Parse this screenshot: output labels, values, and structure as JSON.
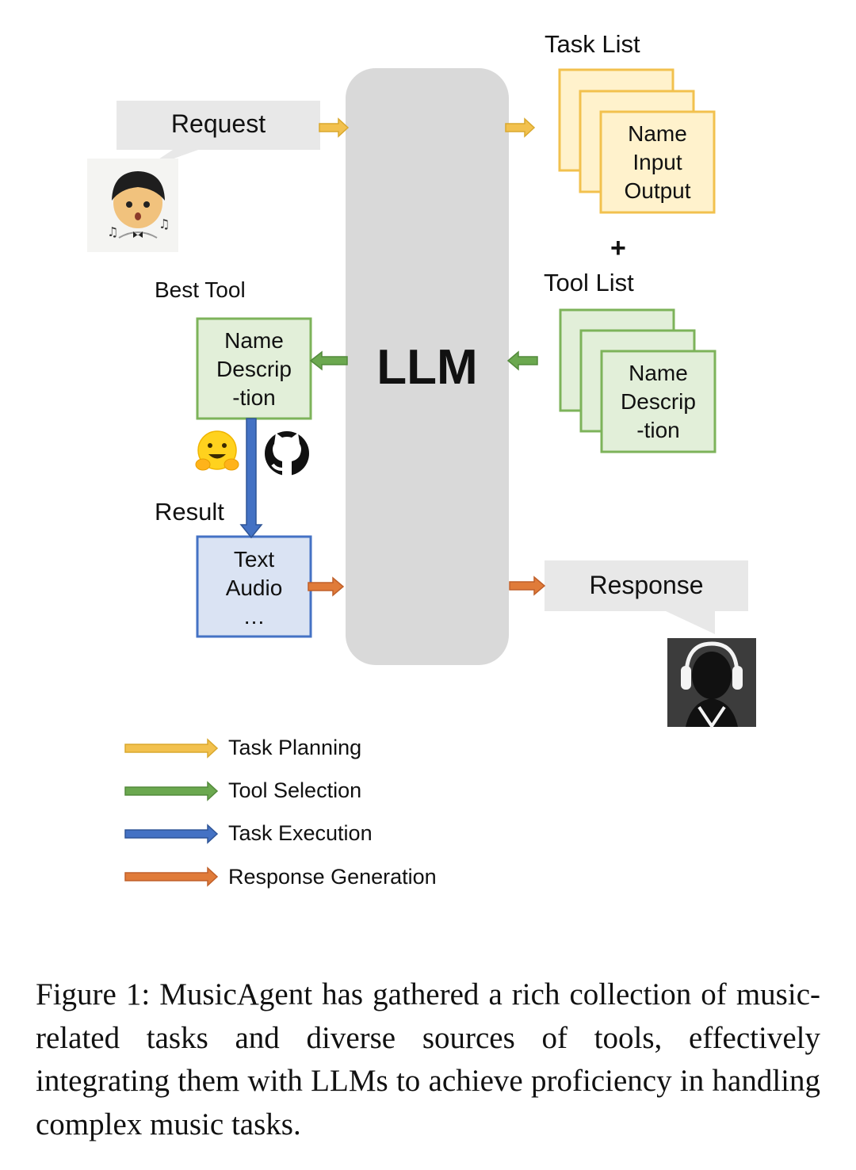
{
  "diagram": {
    "request_label": "Request",
    "llm_label": "LLM",
    "task_list_label": "Task List",
    "task_card": [
      "Name",
      "Input",
      "Output"
    ],
    "plus_sign": "+",
    "tool_list_label": "Tool List",
    "tool_card": [
      "Name",
      "Descrip",
      "-tion"
    ],
    "best_tool_label": "Best Tool",
    "best_tool_card": [
      "Name",
      "Descrip",
      "-tion"
    ],
    "result_label": "Result",
    "result_card": [
      "Text",
      "Audio",
      "…"
    ],
    "response_label": "Response"
  },
  "legend": [
    {
      "label": "Task Planning",
      "color": "#F2C14E"
    },
    {
      "label": "Tool Selection",
      "color": "#6BA84F"
    },
    {
      "label": "Task Execution",
      "color": "#4472C4"
    },
    {
      "label": "Response Generation",
      "color": "#E07B39"
    }
  ],
  "colors": {
    "bubble": "#E8E8E8",
    "llm_block": "#D9D9D9",
    "task_card_fill": "#FFF2CC",
    "task_card_border": "#F2C14E",
    "tool_card_fill": "#E2EFD9",
    "tool_card_border": "#7DB35A",
    "result_card_fill": "#DAE3F3",
    "result_card_border": "#4472C4"
  },
  "caption": "Figure 1: MusicAgent has gathered a rich collection of music-related tasks and diverse sources of tools, effectively integrating them with LLMs to achieve proficiency in handling complex music tasks."
}
